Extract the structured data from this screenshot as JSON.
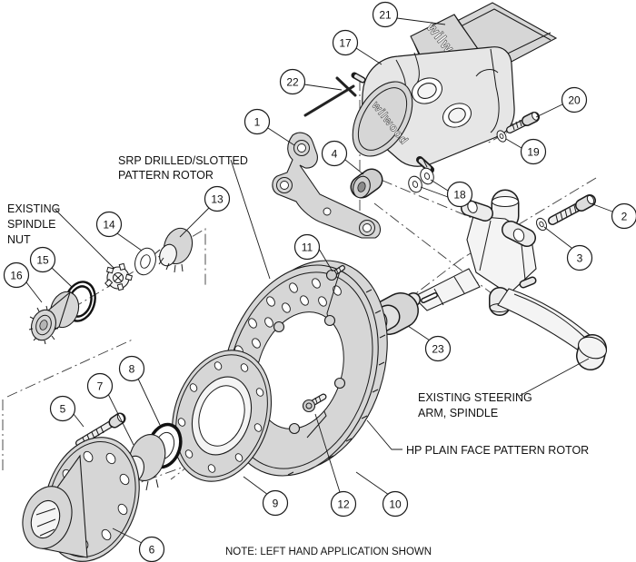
{
  "diagram": {
    "brand_text": "wilwood",
    "note": "NOTE: LEFT HAND APPLICATION SHOWN",
    "labels": {
      "srp_rotor_1": "SRP DRILLED/SLOTTED",
      "srp_rotor_2": "PATTERN ROTOR",
      "spindle_nut_1": "EXISTING",
      "spindle_nut_2": "SPINDLE",
      "spindle_nut_3": "NUT",
      "steering_arm_1": "EXISTING STEERING",
      "steering_arm_2": "ARM, SPINDLE",
      "hp_rotor": "HP PLAIN FACE PATTERN ROTOR"
    },
    "callouts": [
      "1",
      "2",
      "3",
      "4",
      "5",
      "6",
      "7",
      "8",
      "9",
      "10",
      "11",
      "12",
      "13",
      "14",
      "15",
      "16",
      "17",
      "18",
      "19",
      "20",
      "21",
      "22",
      "23"
    ]
  },
  "colors": {
    "background": "#ffffff",
    "part_fill": "#d6d6d6",
    "line": "#1b1b1b"
  }
}
